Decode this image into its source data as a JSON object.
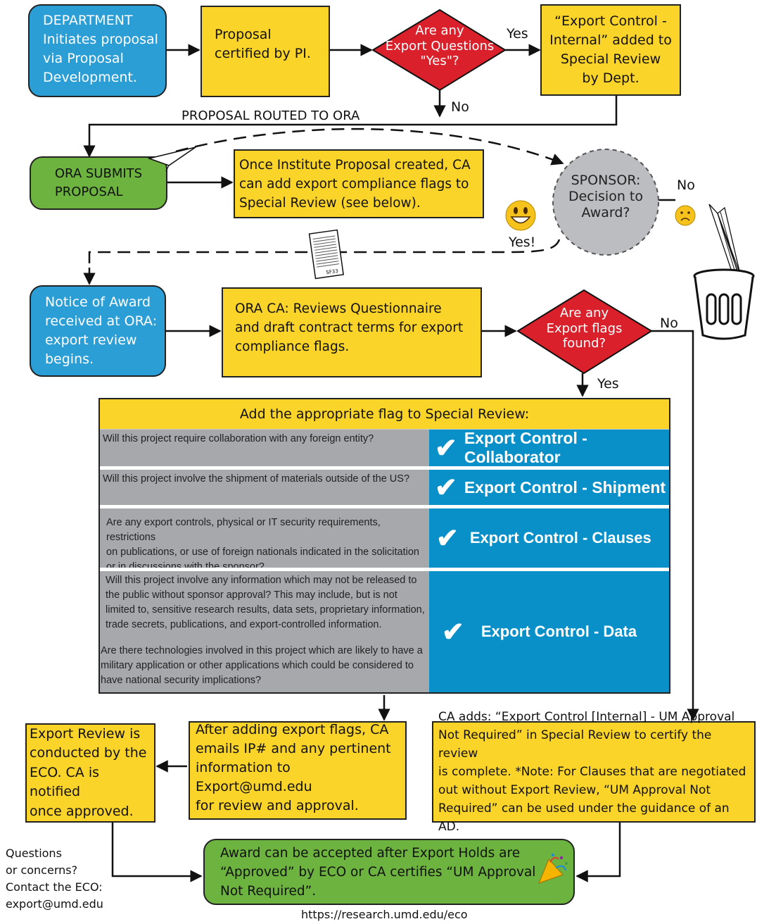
{
  "steps": {
    "department": "DEPARTMENT\nInitiates proposal\nvia Proposal\nDevelopment.",
    "certified": "Proposal\ncertified by PI.",
    "export_questions": "Are any\nExport Questions\n\"Yes\"?",
    "yes_label_1": "Yes",
    "no_label_1": "No",
    "internal_added": "“Export Control -\nInternal” added to\nSpecial Review\nby Dept.",
    "routed": "PROPOSAL ROUTED TO ORA",
    "ora_submits": "ORA SUBMITS\nPROPOSAL",
    "institute_proposal": "Once Institute Proposal created, CA\ncan add export compliance flags to\nSpecial Review (see below).",
    "sponsor": "SPONSOR:\nDecision to\nAward?",
    "no_label_2": "No",
    "yes_label_2": "Yes!",
    "sf33": "SF33",
    "notice": "Notice of Award\nreceived at ORA:\nexport review\nbegins.",
    "ora_ca": "ORA CA:  Reviews  Questionnaire\nand draft contract terms for export\ncompliance flags.",
    "export_flags": "Are any\nExport flags\nfound?",
    "no_label_3": "No",
    "yes_label_3": "Yes"
  },
  "table": {
    "header": "Add the appropriate flag to Special Review:",
    "rows": [
      {
        "question": "Will this project require collaboration with any foreign entity?",
        "flag": "Export Control - Collaborator"
      },
      {
        "question": "Will this project involve the shipment of materials outside of the US?",
        "flag": "Export Control - Shipment"
      },
      {
        "question": "Are any export controls, physical or IT security requirements, restrictions\non publications, or use of foreign nationals indicated in the solicitation\nor in discussions with the sponsor?",
        "flag": "Export Control - Clauses"
      },
      {
        "question": "Will this project involve any information which may not be released to\nthe public without sponsor approval? This may include, but is not\n limited to, sensitive research results, data sets, proprietary information,\n trade secrets, publications, and export-controlled information.",
        "flag": "Export Control - Data"
      },
      {
        "question": "Are there technologies involved in this project which are likely to have a\nmilitary application or other applications which could be considered to\nhave national security implications?",
        "flag": ""
      }
    ],
    "check": "✔"
  },
  "bottom": {
    "export_review": "Export Review is\nconducted by the\nECO.  CA is notified\nonce approved.",
    "after_adding": "After adding export flags, CA\nemails IP# and any pertinent\ninformation to Export@umd.edu\nfor review and approval.",
    "ca_adds": "CA adds: “Export Control [Internal] - UM Approval\nNot Required” in Special Review to  certify the review\nis complete.  *Note: For Clauses that are negotiated\nout without Export Review, “UM Approval Not\nRequired” can be used under the guidance of an AD.",
    "award": "Award can be accepted after Export Holds are\n“Approved” by ECO or CA certifies “UM Approval\nNot Required”.",
    "questions": "Questions\nor concerns?\nContact the ECO:\nexport@umd.edu",
    "url": "https://research.umd.edu/eco"
  },
  "colors": {
    "yellow": "#fbd429",
    "blue": "#2b9ed6",
    "green": "#6db33f",
    "red": "#d9202b",
    "gray": "#a6a8ab",
    "flag_blue": "#0a90c8"
  }
}
